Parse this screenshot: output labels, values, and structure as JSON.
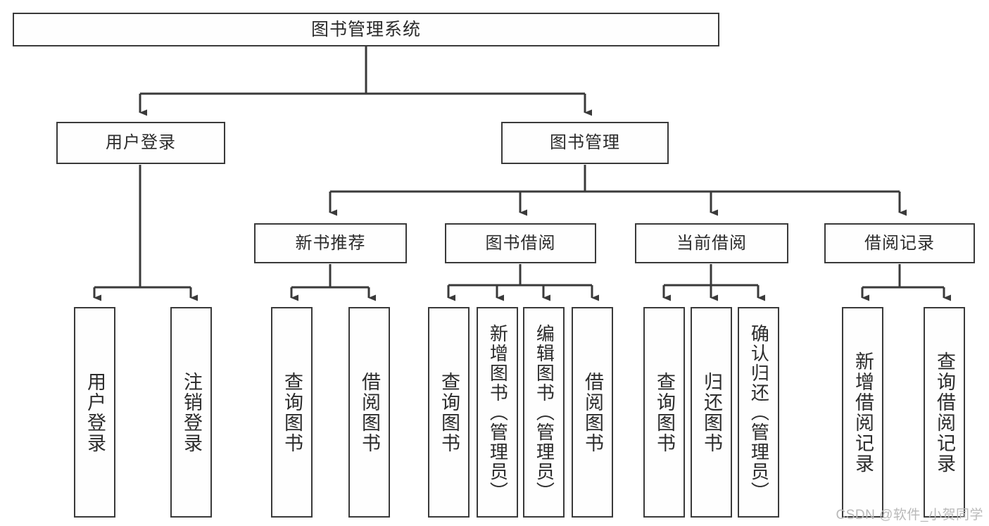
{
  "diagram": {
    "title": "图书管理系统",
    "type": "hierarchy-tree",
    "watermark": "CSDN @软件_小贺同学",
    "colors": {
      "box_border": "#3a3a3a",
      "box_fill": "#fefefe",
      "line": "#3a3a3a",
      "text": "#2b2b2b",
      "watermark": "#b9b9b9"
    },
    "levels": {
      "root": {
        "label": "图书管理系统"
      },
      "level2": [
        {
          "label": "用户登录"
        },
        {
          "label": "图书管理"
        }
      ],
      "level3": [
        {
          "label": "新书推荐"
        },
        {
          "label": "图书借阅"
        },
        {
          "label": "当前借阅"
        },
        {
          "label": "借阅记录"
        }
      ],
      "leaves": [
        {
          "label": "用户登录",
          "parent": "用户登录"
        },
        {
          "label": "注销登录",
          "parent": "用户登录"
        },
        {
          "label": "查询图书",
          "parent": "新书推荐"
        },
        {
          "label": "借阅图书",
          "parent": "新书推荐"
        },
        {
          "label": "查询图书",
          "parent": "图书借阅"
        },
        {
          "label": "新增图书（管理员）",
          "parent": "图书借阅"
        },
        {
          "label": "编辑图书（管理员）",
          "parent": "图书借阅"
        },
        {
          "label": "借阅图书",
          "parent": "图书借阅"
        },
        {
          "label": "查询图书",
          "parent": "当前借阅"
        },
        {
          "label": "归还图书",
          "parent": "当前借阅"
        },
        {
          "label": "确认归还（管理员）",
          "parent": "当前借阅"
        },
        {
          "label": "新增借阅记录",
          "parent": "借阅记录"
        },
        {
          "label": "查询借阅记录",
          "parent": "借阅记录"
        }
      ]
    }
  }
}
